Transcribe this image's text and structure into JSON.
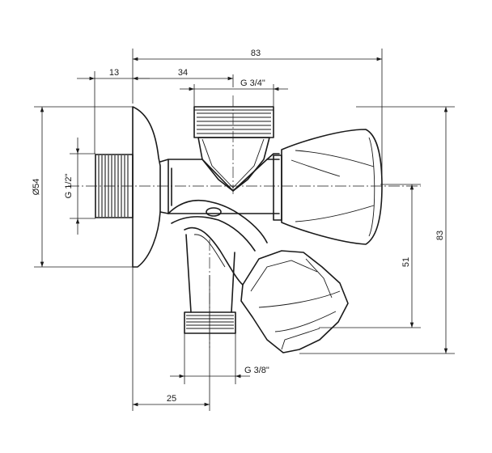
{
  "dimensions": {
    "overall_length": "83",
    "wall_part": "13",
    "to_inlet_axis": "34",
    "top_thread": "G 3/4\"",
    "rosette_diameter": "Ø54",
    "inlet_thread": "G 1/2\"",
    "overall_height": "83",
    "outlet_drop": "51",
    "bottom_thread": "G 3/8\"",
    "bottom_offset": "25"
  }
}
